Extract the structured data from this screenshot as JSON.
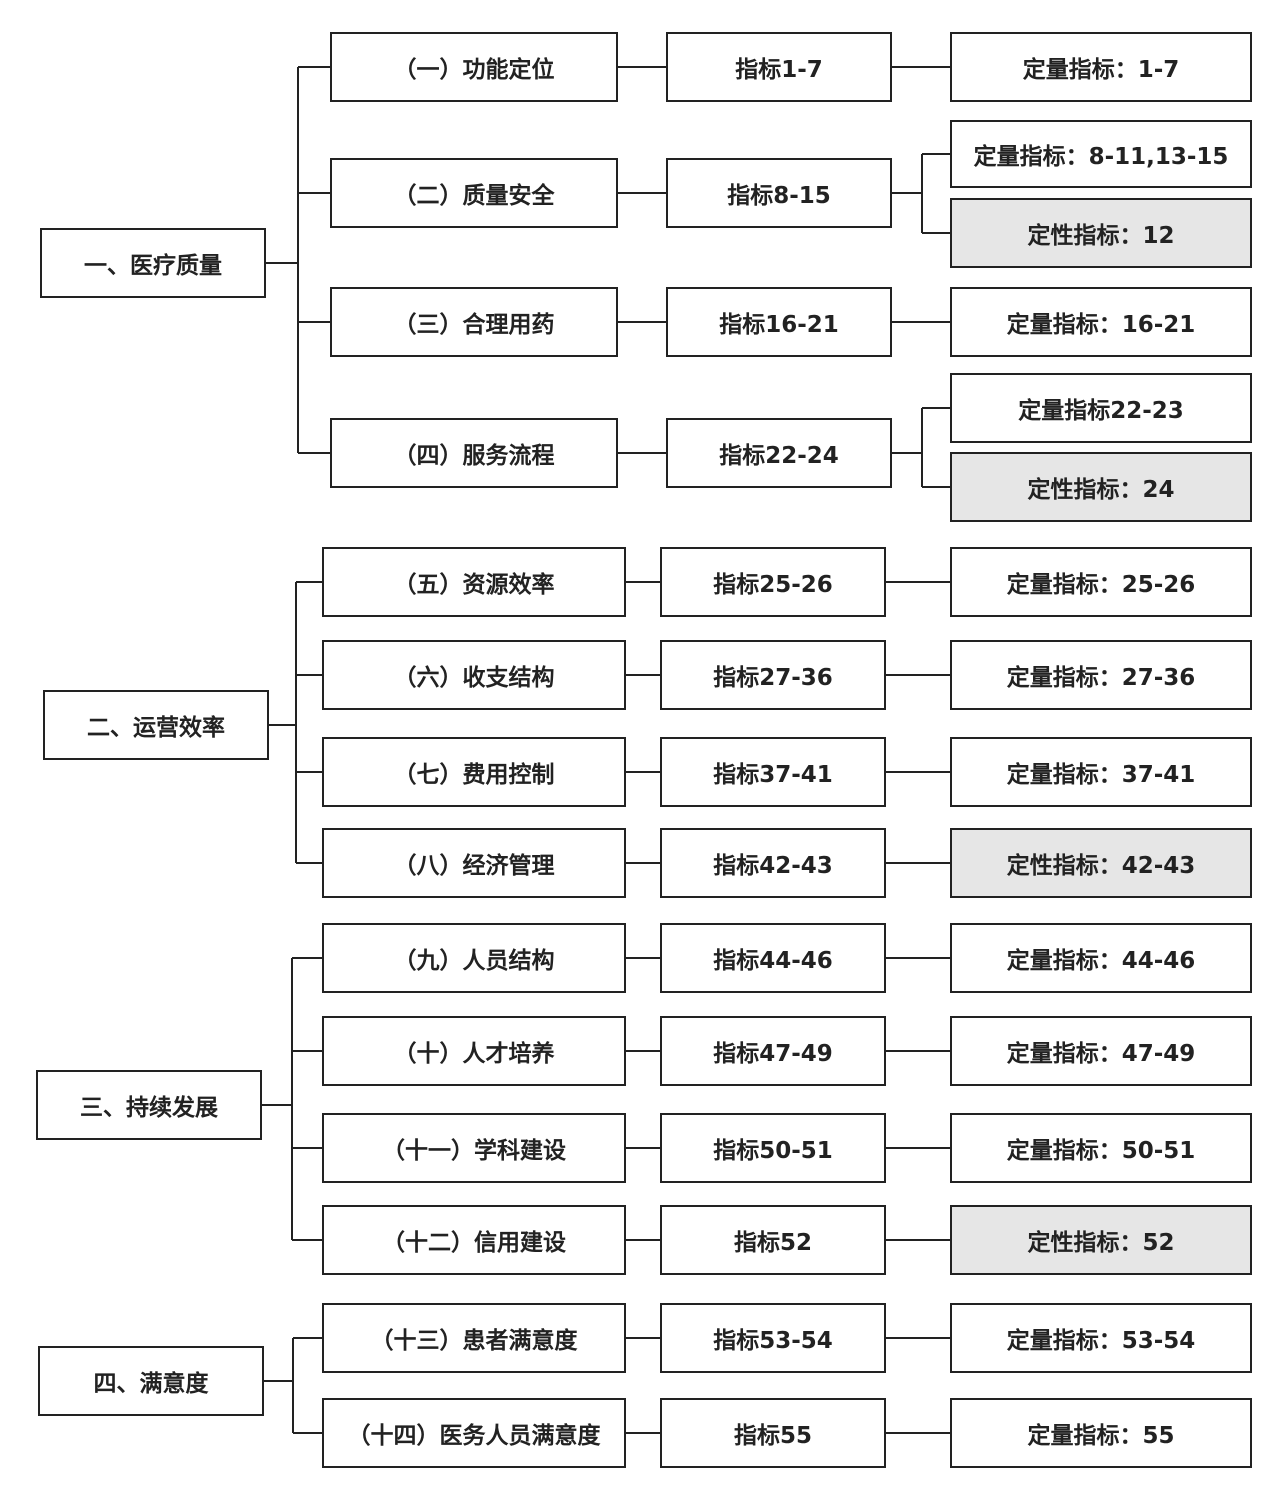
{
  "colors": {
    "border": "#222222",
    "text": "#222222",
    "qualitative_fill": "#e6e6e6",
    "background": "#ffffff"
  },
  "categories": [
    {
      "label": "一、医疗质量",
      "items": [
        {
          "label": "（一）功能定位",
          "index": "指标1-7",
          "types": [
            {
              "label": "定量指标：1-7",
              "kind": "quantitative"
            }
          ]
        },
        {
          "label": "（二）质量安全",
          "index": "指标8-15",
          "types": [
            {
              "label": "定量指标：8-11,13-15",
              "kind": "quantitative"
            },
            {
              "label": "定性指标：12",
              "kind": "qualitative"
            }
          ]
        },
        {
          "label": "（三）合理用药",
          "index": "指标16-21",
          "types": [
            {
              "label": "定量指标：16-21",
              "kind": "quantitative"
            }
          ]
        },
        {
          "label": "（四）服务流程",
          "index": "指标22-24",
          "types": [
            {
              "label": "定量指标22-23",
              "kind": "quantitative"
            },
            {
              "label": "定性指标：24",
              "kind": "qualitative"
            }
          ]
        }
      ]
    },
    {
      "label": "二、运营效率",
      "items": [
        {
          "label": "（五）资源效率",
          "index": "指标25-26",
          "types": [
            {
              "label": "定量指标：25-26",
              "kind": "quantitative"
            }
          ]
        },
        {
          "label": "（六）收支结构",
          "index": "指标27-36",
          "types": [
            {
              "label": "定量指标：27-36",
              "kind": "quantitative"
            }
          ]
        },
        {
          "label": "（七）费用控制",
          "index": "指标37-41",
          "types": [
            {
              "label": "定量指标：37-41",
              "kind": "quantitative"
            }
          ]
        },
        {
          "label": "（八）经济管理",
          "index": "指标42-43",
          "types": [
            {
              "label": "定性指标：42-43",
              "kind": "qualitative"
            }
          ]
        }
      ]
    },
    {
      "label": "三、持续发展",
      "items": [
        {
          "label": "（九）人员结构",
          "index": "指标44-46",
          "types": [
            {
              "label": "定量指标：44-46",
              "kind": "quantitative"
            }
          ]
        },
        {
          "label": "（十）人才培养",
          "index": "指标47-49",
          "types": [
            {
              "label": "定量指标：47-49",
              "kind": "quantitative"
            }
          ]
        },
        {
          "label": "（十一）学科建设",
          "index": "指标50-51",
          "types": [
            {
              "label": "定量指标：50-51",
              "kind": "quantitative"
            }
          ]
        },
        {
          "label": "（十二）信用建设",
          "index": "指标52",
          "types": [
            {
              "label": "定性指标：52",
              "kind": "qualitative"
            }
          ]
        }
      ]
    },
    {
      "label": "四、满意度",
      "items": [
        {
          "label": "（十三）患者满意度",
          "index": "指标53-54",
          "types": [
            {
              "label": "定量指标：53-54",
              "kind": "quantitative"
            }
          ]
        },
        {
          "label": "（十四）医务人员满意度",
          "index": "指标55",
          "types": [
            {
              "label": "定量指标：55",
              "kind": "quantitative"
            }
          ]
        }
      ]
    }
  ]
}
